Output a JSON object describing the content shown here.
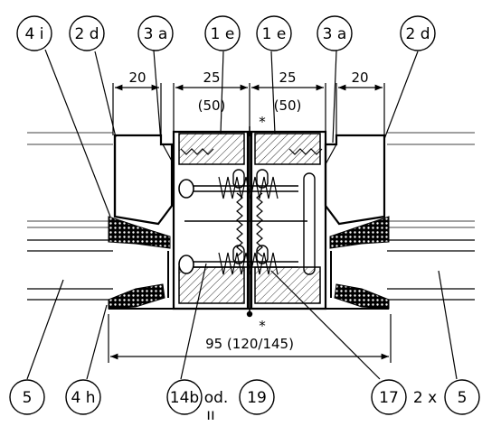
{
  "callouts_top": [
    "4 i",
    "2 d",
    "3 a",
    "1 e",
    "1 e",
    "3 a",
    "2 d"
  ],
  "callouts_bottom": [
    "5",
    "4 h",
    "14b",
    "19",
    "17",
    "5"
  ],
  "dimensions": {
    "left_20": "20",
    "left_25": "25",
    "left_50": "(50)",
    "right_25": "25",
    "right_50": "(50)",
    "right_20": "20",
    "overall": "95 (120/145)"
  },
  "marks": {
    "star_top": "*",
    "star_bottom": "*"
  },
  "notes": {
    "or": "od.",
    "times": "2 x",
    "tick": "ıı"
  }
}
